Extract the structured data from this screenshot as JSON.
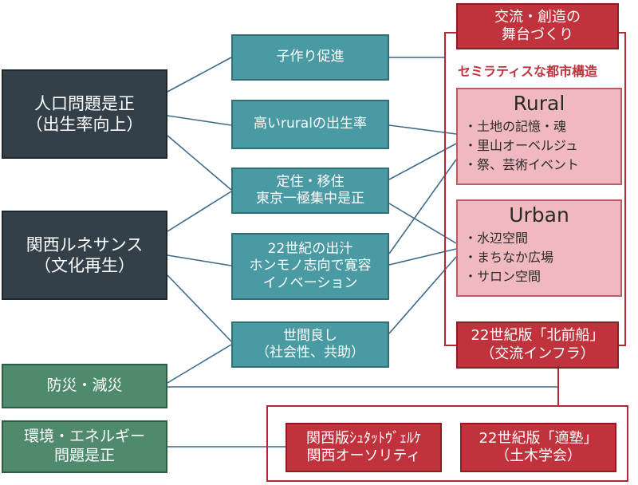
{
  "left_boxes": {
    "population": [
      "人口問題是正",
      "（出生率向上）"
    ],
    "renaissance": [
      "関西ルネサンス",
      "（文化再生）"
    ],
    "disaster": [
      "防災・減災"
    ],
    "environment": [
      "環境・エネルギー",
      "問題是正"
    ]
  },
  "middle_boxes": {
    "childbirth": [
      "子作り促進"
    ],
    "rural_birthrate": [
      "高いruralの出生率"
    ],
    "settlement": [
      "定住・移住",
      "東京一極集中是正"
    ],
    "dashi": [
      "22世紀の出汁",
      "ホンモノ志向で寛容",
      "イノベーション"
    ],
    "community": [
      "世間良し",
      "（社会性、共助）"
    ]
  },
  "right": {
    "stage_title": [
      "交流・創造の",
      "舞台づくり"
    ],
    "semilattice_label": "セミラティスな都市構造",
    "rural": {
      "title": "Rural",
      "items": [
        "・土地の記憶・魂",
        "・里山オーベルジュ",
        "・祭、芸術イベント"
      ]
    },
    "urban": {
      "title": "Urban",
      "items": [
        "・水辺空間",
        "・まちなか広場",
        "・サロン空間"
      ]
    },
    "kitamaebune": [
      "22世紀版「北前船」",
      "（交流インフラ）"
    ]
  },
  "bottom": {
    "stadtwerke": [
      "関西版ｼｭﾀｯﾄｳﾞｪﾙｹ",
      "関西オーソリティ"
    ],
    "tekijuku": [
      "22世紀版「適塾」",
      "（土木学会）"
    ]
  },
  "colors": {
    "dark": "#33404a",
    "teal": "#4a9aa3",
    "green": "#4f8a6c",
    "red": "#c0323c",
    "pink": "#f0b9bf",
    "connector": "#3e6b8a",
    "frame": "#b02a33"
  }
}
